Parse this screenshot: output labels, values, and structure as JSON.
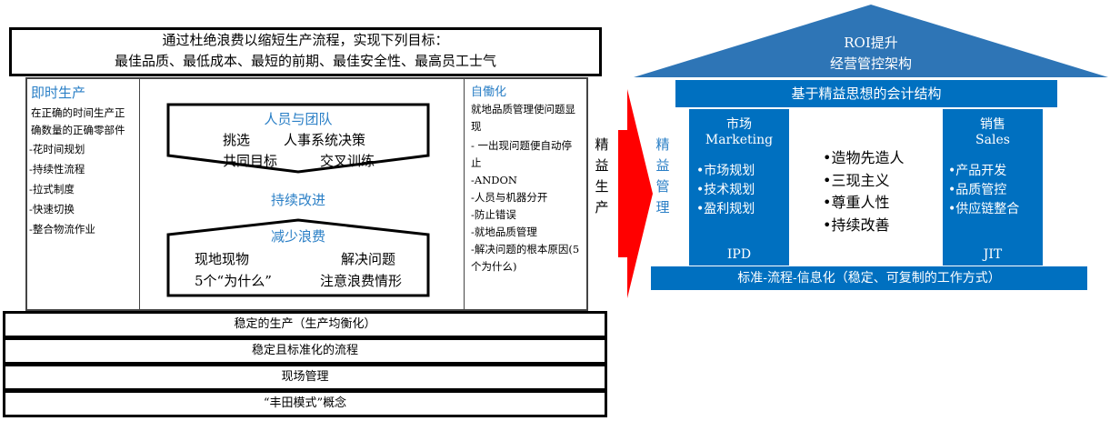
{
  "left": {
    "banner": {
      "line1": "通过杜绝浪费以缩短生产流程，实现下列目标：",
      "line2": "最佳品质、最低成本、最短的前期、最佳安全性、最高员工士气"
    },
    "jit": {
      "title": "即时生产",
      "desc": "在正确的时间生产正确数量的正确零部件",
      "items": [
        "-花时间规划",
        "-持续性流程",
        "-拉式制度",
        "-快速切换",
        "-整合物流作业"
      ]
    },
    "team": {
      "title": "人员与团队",
      "l1a": "挑选",
      "l1b": "人事系统决策",
      "l2a": "共同目标",
      "l2b": "交叉训练"
    },
    "improve": "持续改进",
    "waste": {
      "title": "减少浪费",
      "l1a": "现地现物",
      "l1b": "解决问题",
      "l2a": "5个“为什么”",
      "l2b": "注意浪费情形"
    },
    "jidoka": {
      "title": "自働化",
      "desc": "就地品质管理使问题显现",
      "items": [
        "- 一出现问题便自动停止",
        "-ANDON",
        "-人员与机器分开",
        "-防止错误",
        "-就地品质管理",
        "-解决问题的根本原因(5个为什么)"
      ]
    },
    "base": [
      "稳定的生产（生产均衡化）",
      "稳定且标准化的流程",
      "现场管理",
      "“丰田模式”概念"
    ]
  },
  "arrow_label": [
    "精",
    "益",
    "生",
    "产"
  ],
  "right": {
    "roof": {
      "line1": "ROI提升",
      "line2": "经营管控架构"
    },
    "beam": "基于精益思想的会计结构",
    "side_label": [
      "精",
      "益",
      "管",
      "理"
    ],
    "market": {
      "cn": "市场",
      "en": "Marketing",
      "items": [
        "•市场规划",
        "•技术规划",
        "•盈利规划"
      ],
      "foot": "IPD"
    },
    "center": [
      "•造物先造人",
      "•三现主义",
      "•尊重人性",
      "•持续改善"
    ],
    "sales": {
      "cn": "销售",
      "en": "Sales",
      "items": [
        "•产品开发",
        "•品质管控",
        "•供应链整合"
      ],
      "foot": "JIT"
    },
    "foundation": "标准-流程-信息化（稳定、可复制的工作方式）"
  },
  "colors": {
    "blue": "#0070c0",
    "red": "#ff0000"
  }
}
